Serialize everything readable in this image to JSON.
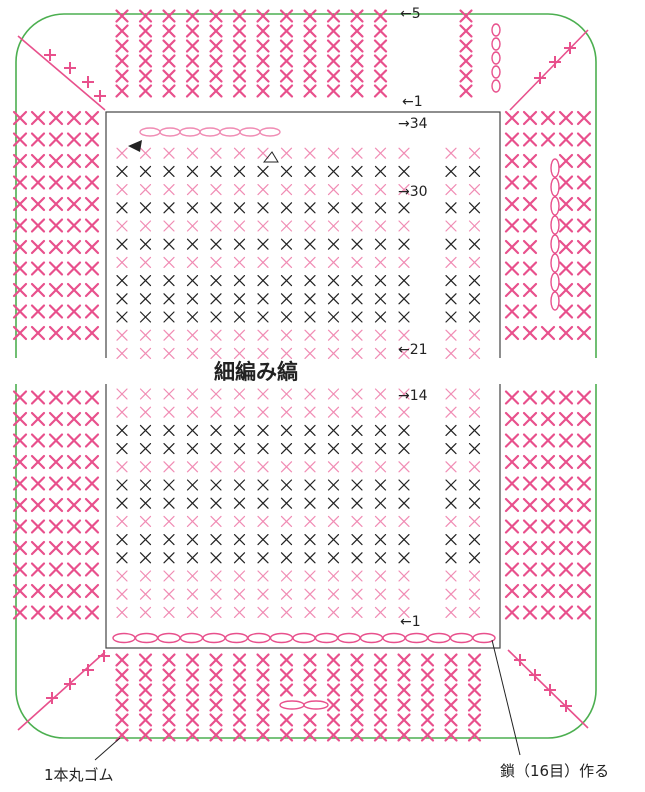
{
  "title": "細編み縞",
  "row_labels": {
    "top_5": "←5",
    "top_1": "←1",
    "r34": "→34",
    "r30": "→30",
    "r21": "←21",
    "r14": "→14",
    "bottom_1": "←1"
  },
  "annotations": {
    "elastic": "1本丸ゴム",
    "chain": "鎖（16目）作る"
  },
  "colors": {
    "pink": "#e8508c",
    "pink_light": "#f08cb4",
    "black": "#222222",
    "green": "#4caf50",
    "frame": "#444444"
  },
  "legend_symbols": {
    "single_crochet": "×",
    "chain": "○",
    "start_mark": "◀",
    "end_mark": "△"
  }
}
